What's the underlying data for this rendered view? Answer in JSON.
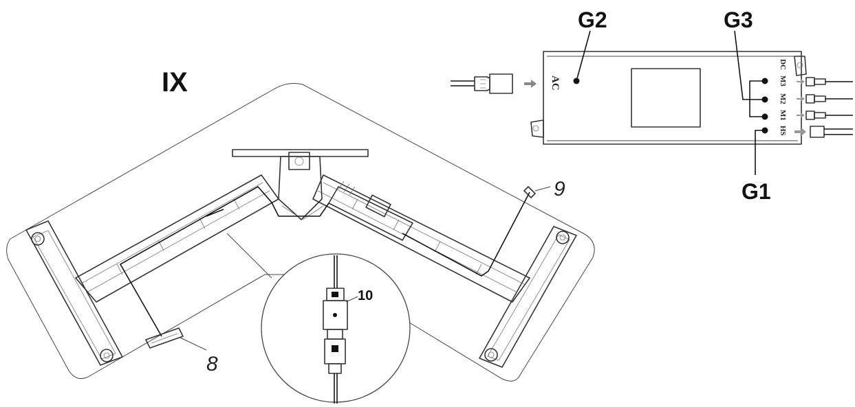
{
  "figure": {
    "step_label": "IX",
    "callouts": {
      "G1": "G1",
      "G2": "G2",
      "G3": "G3",
      "item_8": "8",
      "item_9": "9",
      "item_10": "10"
    },
    "control_box": {
      "ac_label": "AC",
      "port_labels": [
        "DC",
        "M3",
        "M2",
        "M1",
        "HS"
      ]
    }
  }
}
